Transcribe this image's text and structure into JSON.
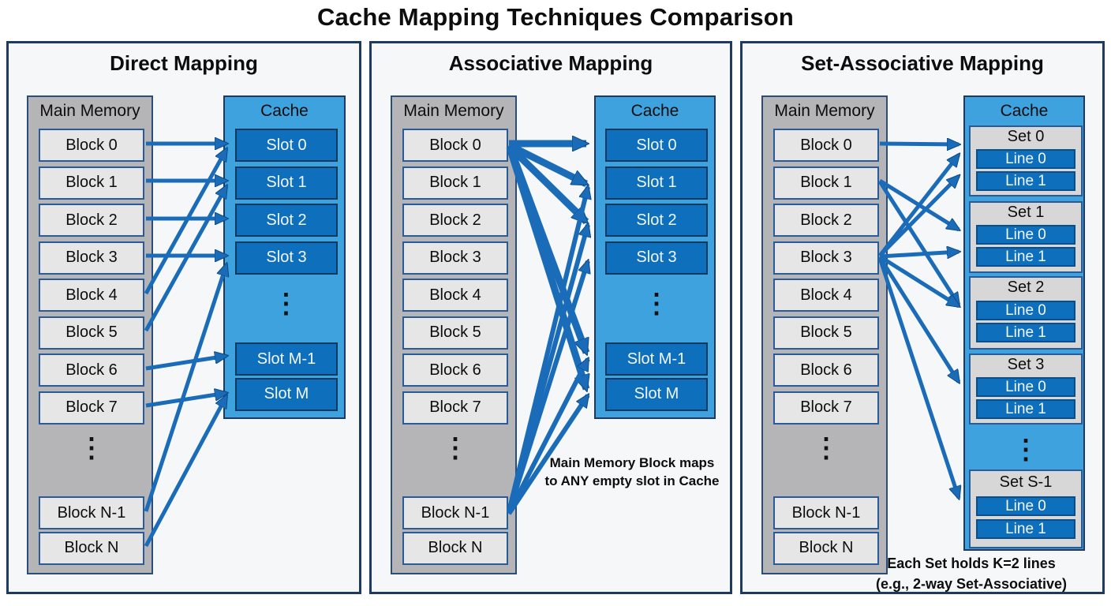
{
  "title": "Cache Mapping Techniques Comparison",
  "ellipsis": "⋮",
  "colors": {
    "arrow_fill": "#1a6cb8",
    "arrow_outline": "#0d4a85",
    "cache_fill": "#3ea2de",
    "slot_fill": "#0e6fbc",
    "memory_fill": "#b5b5b7",
    "block_fill": "#e6e6e6",
    "panel_border": "#1e3a5f",
    "panel_bg": "#f6f7f8"
  },
  "panels": [
    {
      "heading": "Direct Mapping",
      "memory": {
        "title": "Main Memory",
        "blocks": [
          "Block 0",
          "Block 1",
          "Block 2",
          "Block 3",
          "Block 4",
          "Block 5",
          "Block 6",
          "Block 7"
        ],
        "tail_blocks": [
          "Block N-1",
          "Block N"
        ]
      },
      "cache": {
        "title": "Cache",
        "slots": [
          "Slot 0",
          "Slot 1",
          "Slot 2",
          "Slot 3"
        ],
        "tail_slots": [
          "Slot M-1",
          "Slot M"
        ]
      }
    },
    {
      "heading": "Associative Mapping",
      "memory": {
        "title": "Main Memory",
        "blocks": [
          "Block 0",
          "Block 1",
          "Block 2",
          "Block 3",
          "Block 4",
          "Block 5",
          "Block 6",
          "Block 7"
        ],
        "tail_blocks": [
          "Block N-1",
          "Block N"
        ]
      },
      "cache": {
        "title": "Cache",
        "slots": [
          "Slot 0",
          "Slot 1",
          "Slot 2",
          "Slot 3"
        ],
        "tail_slots": [
          "Slot M-1",
          "Slot M"
        ]
      },
      "note": {
        "line1": "Main Memory Block maps",
        "line2": "to ANY empty slot in Cache"
      }
    },
    {
      "heading": "Set-Associative Mapping",
      "memory": {
        "title": "Main Memory",
        "blocks": [
          "Block 0",
          "Block 1",
          "Block 2",
          "Block 3",
          "Block 4",
          "Block 5",
          "Block 6",
          "Block 7"
        ],
        "tail_blocks": [
          "Block N-1",
          "Block N"
        ]
      },
      "cache": {
        "title": "Cache",
        "sets": [
          {
            "label": "Set 0",
            "lines": [
              "Line 0",
              "Line 1"
            ]
          },
          {
            "label": "Set 1",
            "lines": [
              "Line 0",
              "Line 1"
            ]
          },
          {
            "label": "Set 2",
            "lines": [
              "Line 0",
              "Line 1"
            ]
          },
          {
            "label": "Set 3",
            "lines": [
              "Line 0",
              "Line 1"
            ]
          }
        ],
        "tail_set": {
          "label": "Set S-1",
          "lines": [
            "Line 0",
            "Line 1"
          ]
        }
      },
      "note": {
        "line1": "Each Set holds K=2 lines",
        "line2": "(e.g., 2-way Set-Associative)"
      }
    }
  ]
}
